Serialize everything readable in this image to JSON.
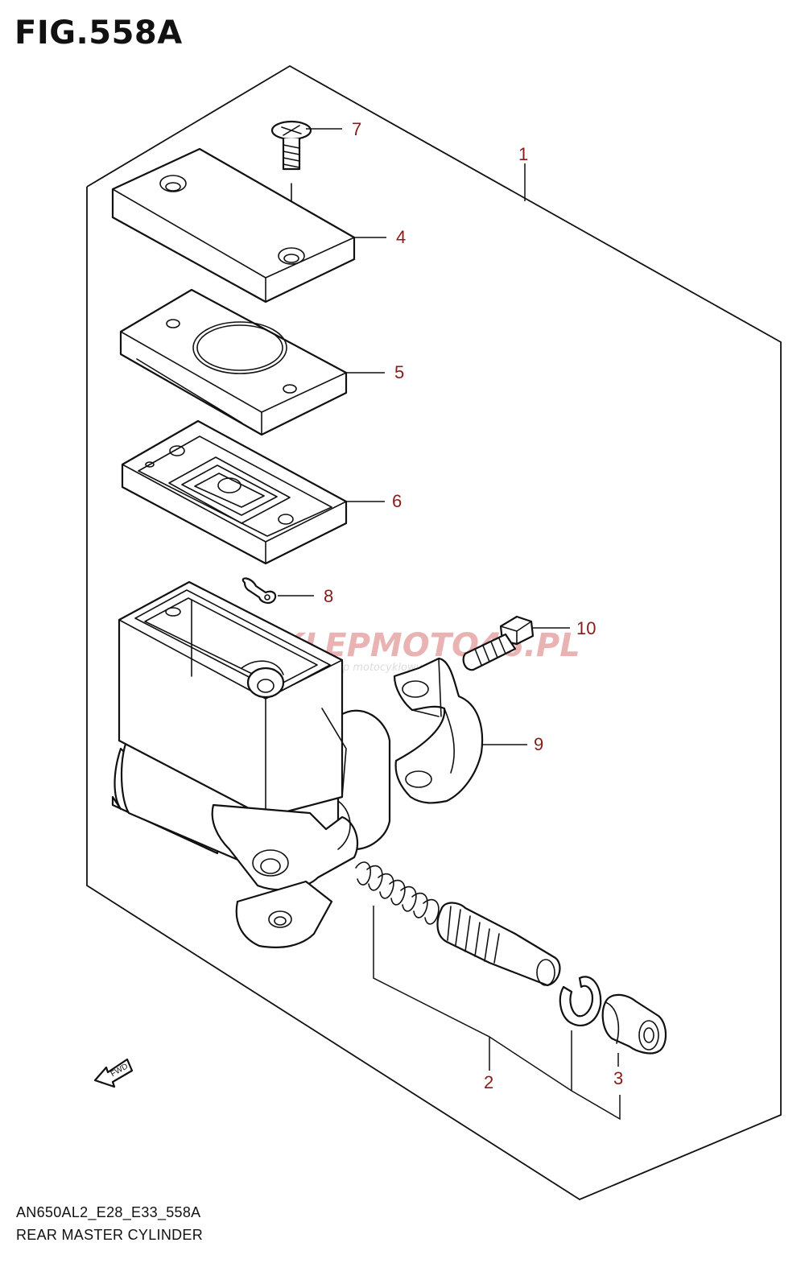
{
  "figure": {
    "title": "FIG.558A",
    "model_code": "AN650AL2_E28_E33_558A",
    "subtitle": "REAR MASTER CYLINDER"
  },
  "callouts": [
    "1",
    "2",
    "3",
    "4",
    "5",
    "6",
    "7",
    "8",
    "9",
    "10"
  ],
  "direction_marker": "FWD",
  "watermark": {
    "brand": "SKLEPMOTO46.PL",
    "tagline": "internetowy sklep motocyklowy"
  }
}
